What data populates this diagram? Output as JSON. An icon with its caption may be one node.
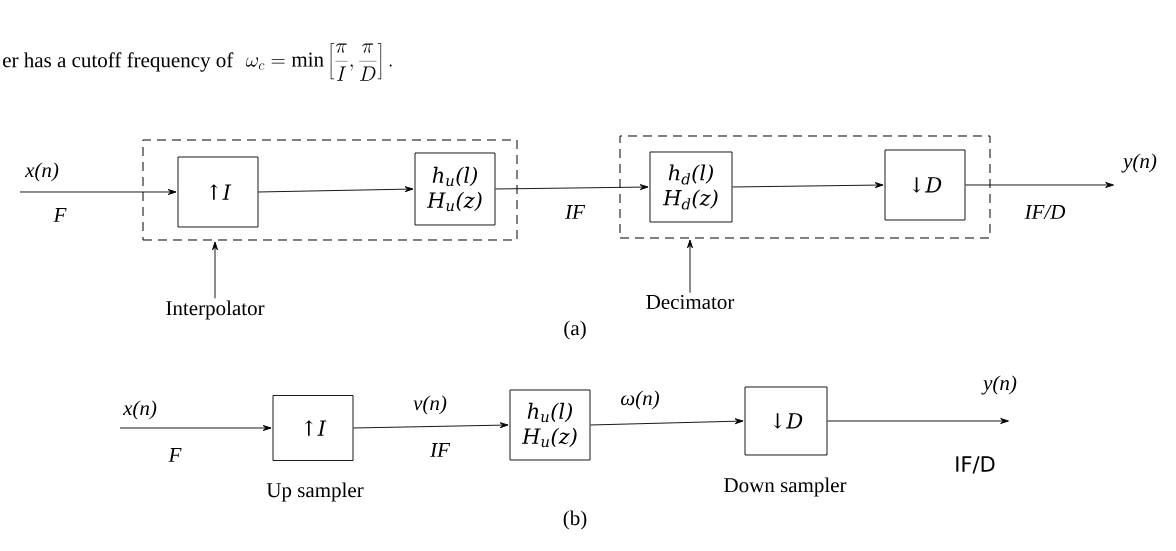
{
  "diagram": {
    "nodes": [
      {
        "text": [],
        "shape": "box"
      },
      {
        "text": [
          "↑*I*"
        ],
        "in": 0
      },
      {
        "text": [
          "h$_{u}$(l)",
          "H$_{u}$(z)"
        ],
        "in": 0
      },
      {
        "text": [],
        "shape": "box"
      },
      {
        "text": [
          "h$_{d}$(l)",
          "H$_{d}$(z)"
        ],
        "in": 3
      },
      {
        "text": [
          "↓*D*"
        ],
        "in": 3
      },
      {
        "text": [
          "Interpolator"
        ]
      },
      {
        "text": [
          "Decimator"
        ]
      },
      {
        "text": [
          "↑*I*"
        ],
        "beside": [
          "Up sampler"
        ]
      },
      {
        "text": [
          "h$_{u}$(l)",
          "H$_{u}$(z)"
        ]
      },
      {
        "text": [
          "↓*D*"
        ],
        "beside": [
          "Down sampler"
        ]
      }
    ],
    "edges": [
      {
        "from": null,
        "to": 1,
        "arrow": "to",
        "label": "x(n)"
      },
      {
        "from": 1,
        "to": 2,
        "arrow": "to"
      },
      {
        "from": 2,
        "to": 4,
        "arrow": "to"
      },
      {
        "from": 4,
        "to": 5,
        "arrow": "to"
      },
      {
        "from": 5,
        "to": null,
        "arrow": "to",
        "label": "y(n)"
      },
      {
        "from": 6,
        "to": 0,
        "arrow": "to"
      },
      {
        "from": 7,
        "to": 3,
        "arrow": "to"
      },
      {
        "from": null,
        "to": 8,
        "arrow": "to",
        "label": "x(n)"
      },
      {
        "from": 8,
        "to": 9,
        "arrow": "to",
        "label": "v(n)"
      },
      {
        "from": 9,
        "to": 10,
        "arrow": "to",
        "label": "ω(n)"
      },
      {
        "from": 10,
        "to": null,
        "arrow": "to",
        "label": "y(n)"
      }
    ],
    "labels": [
      "er has a cutoff frequency of",
      "\\omega_c = \\min\\left[\\frac{\\pi}{I}, \\frac{\\pi}{D}\\right].",
      "F",
      "IF",
      "IF/D",
      "(a)",
      "F",
      "IF",
      "IF/D",
      "(b)"
    ]
  }
}
